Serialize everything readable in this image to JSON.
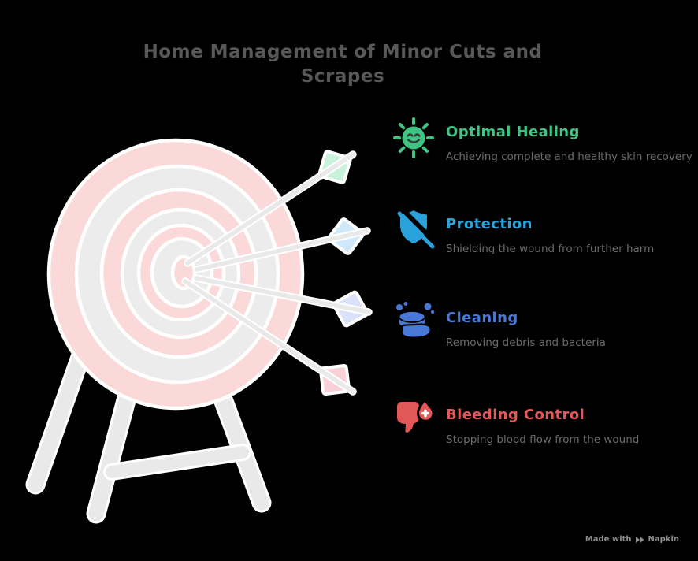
{
  "title": {
    "line1": "Home Management of Minor Cuts and",
    "line2": "Scrapes",
    "color": "#58585a"
  },
  "items": [
    {
      "icon": "sun-smile-icon",
      "heading": "Optimal Healing",
      "description": "Achieving complete and healthy skin recovery",
      "color": "#3ec483"
    },
    {
      "icon": "shield-off-icon",
      "heading": "Protection",
      "description": "Shielding the wound from further harm",
      "color": "#29a2db"
    },
    {
      "icon": "soap-hand-icon",
      "heading": "Cleaning",
      "description": "Removing debris and bacteria",
      "color": "#4a78d6"
    },
    {
      "icon": "blood-drop-icon",
      "heading": "Bleeding Control",
      "description": "Stopping blood flow from the wound",
      "color": "#e25757"
    }
  ],
  "illustration": {
    "name": "archery-target-on-easel-with-four-arrows",
    "ring_pink": "#fbd9d9",
    "ring_gray": "#ececec",
    "stand_gray": "#e9e9e9",
    "outline_white": "#ffffff",
    "fletching_colors": [
      "#c9f2da",
      "#cfe9fb",
      "#d9e2f9",
      "#f9cfd8"
    ],
    "description_text": ""
  },
  "footer": {
    "made_with": "Made with",
    "brand": "Napkin"
  }
}
